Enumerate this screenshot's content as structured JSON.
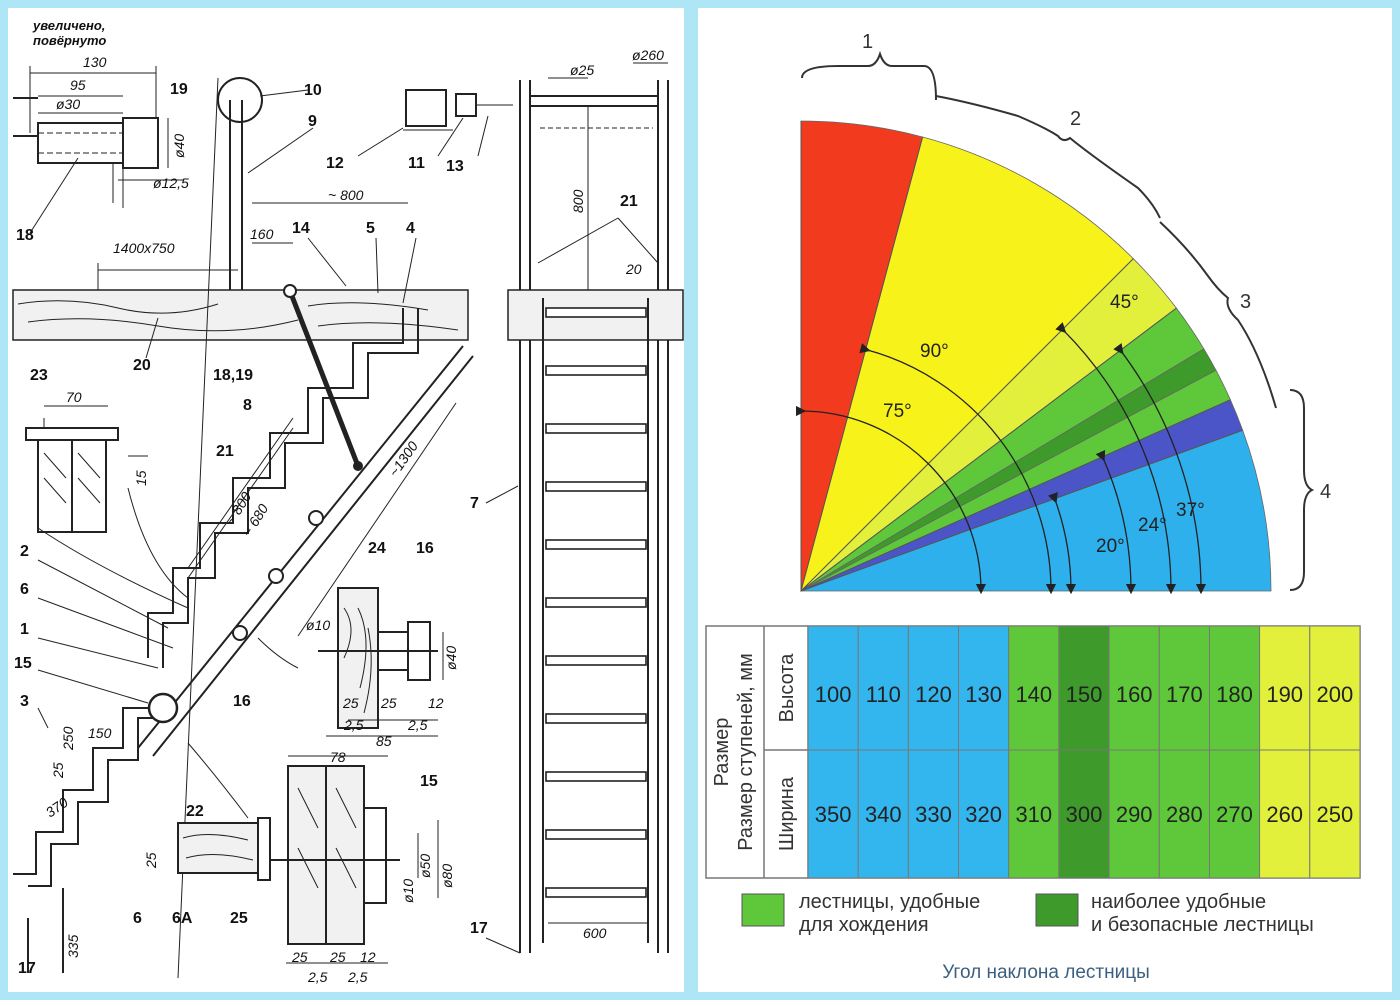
{
  "drawing": {
    "note_lines": [
      "увеличено,",
      "повёрнуто"
    ],
    "part_labels": {
      "p1": "1",
      "p2": "2",
      "p3": "3",
      "p4": "4",
      "p5": "5",
      "p6": "6",
      "p6a": "6А",
      "p7": "7",
      "p8": "8",
      "p9": "9",
      "p10": "10",
      "p11": "11",
      "p12": "12",
      "p13": "13",
      "p14": "14",
      "p15": "15",
      "p15b": "15",
      "p16": "16",
      "p16b": "16",
      "p17": "17",
      "p17b": "17",
      "p18": "18",
      "p1819": "18,19",
      "p19": "19",
      "p20": "20",
      "p21": "21",
      "p21b": "21",
      "p22": "22",
      "p23": "23",
      "p24": "24",
      "p25": "25"
    },
    "dims": {
      "d130": "130",
      "d95": "95",
      "d30": "ø30",
      "d40": "ø40",
      "d12_5": "ø12,5",
      "d800a": "~ 800",
      "d160": "160",
      "d1400": "1400x750",
      "d70": "70",
      "d15": "15",
      "d800b": "~ 800",
      "d680": "~ 680",
      "d1300": "~1300",
      "d10a": "ø10",
      "d40b": "ø40",
      "d25a": "25",
      "d25b": "25",
      "d12a": "12",
      "d2_5a": "2,5",
      "d85": "85",
      "d2_5b": "2,5",
      "d250": "250",
      "d150": "150",
      "d25c": "25",
      "d370": "370",
      "d25d": "25",
      "d335": "335",
      "d78": "78",
      "d50": "ø50",
      "d80": "ø80",
      "d10b": "ø10",
      "d25e": "25",
      "d25f": "25",
      "d12b": "12",
      "d2_5c": "2,5",
      "d2_5d": "2,5",
      "d25g": "ø25",
      "d260": "ø260",
      "d800c": "800",
      "d20": "20",
      "d600": "600"
    }
  },
  "angle_chart": {
    "section_labels": [
      "1",
      "2",
      "3",
      "4"
    ],
    "angle_labels": [
      "90°",
      "75°",
      "45°",
      "37°",
      "24°",
      "20°"
    ],
    "sectors": [
      {
        "from": 75,
        "to": 90,
        "color": "#f23a1e"
      },
      {
        "from": 45,
        "to": 75,
        "color": "#f7f21a"
      },
      {
        "from": 37,
        "to": 45,
        "color": "#e2f03c"
      },
      {
        "from": 31,
        "to": 37,
        "color": "#5ec83a"
      },
      {
        "from": 28,
        "to": 31,
        "color": "#3e9a2a"
      },
      {
        "from": 24,
        "to": 28,
        "color": "#5ec83a"
      },
      {
        "from": 20,
        "to": 24,
        "color": "#4b55c8"
      },
      {
        "from": 0,
        "to": 20,
        "color": "#2eb0ec"
      }
    ]
  },
  "step_table": {
    "header_main": "Размер ступеней, мм",
    "row_heights_label": "Высота",
    "row_widths_label": "Ширина",
    "heights": [
      "100",
      "110",
      "120",
      "130",
      "140",
      "150",
      "160",
      "170",
      "180",
      "190",
      "200"
    ],
    "widths": [
      "350",
      "340",
      "330",
      "320",
      "310",
      "300",
      "290",
      "280",
      "270",
      "260",
      "250"
    ],
    "column_colors": [
      "#33b6ee",
      "#33b6ee",
      "#33b6ee",
      "#33b6ee",
      "#5ec83a",
      "#3e9a2a",
      "#5ec83a",
      "#5ec83a",
      "#5ec83a",
      "#e2f03c",
      "#e2f03c"
    ]
  },
  "legend": {
    "comfortable_lines": [
      "лестницы, удобные",
      "для хождения"
    ],
    "safest_lines": [
      "наиболее удобные",
      "и безопасные лестницы"
    ],
    "comfortable_color": "#5ec83a",
    "safest_color": "#3e9a2a"
  },
  "caption": "Угол наклона лестницы"
}
